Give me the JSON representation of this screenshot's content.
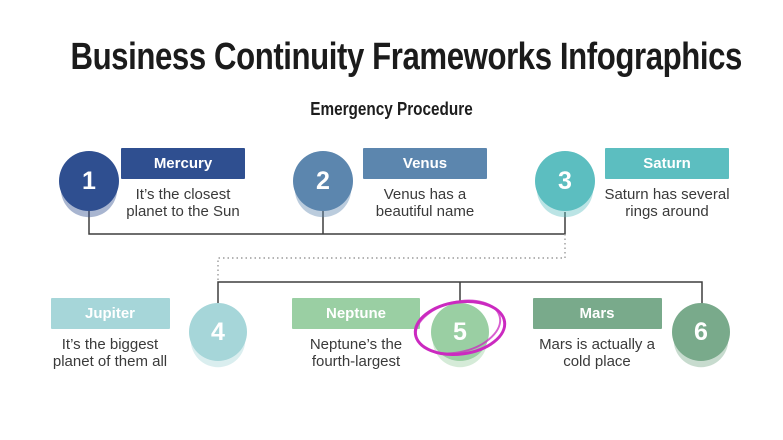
{
  "page": {
    "title": "Business Continuity Frameworks Infographics",
    "subtitle": "Emergency Procedure"
  },
  "items": [
    {
      "number": "1",
      "name": "Mercury",
      "color": "#2f4f90",
      "description_lines": [
        "It’s the closest",
        "planet to the Sun"
      ]
    },
    {
      "number": "2",
      "name": "Venus",
      "color": "#5c86ae",
      "description_lines": [
        "Venus has a",
        "beautiful name"
      ]
    },
    {
      "number": "3",
      "name": "Saturn",
      "color": "#5cbec0",
      "description_lines": [
        "Saturn has several",
        "rings around"
      ]
    },
    {
      "number": "4",
      "name": "Jupiter",
      "color": "#a6d6d9",
      "description_lines": [
        "It’s the biggest",
        "planet of them all"
      ]
    },
    {
      "number": "5",
      "name": "Neptune",
      "color": "#9acfa3",
      "description_lines": [
        "Neptune’s the",
        "fourth-largest"
      ]
    },
    {
      "number": "6",
      "name": "Mars",
      "color": "#79aa8b",
      "description_lines": [
        "Mars is actually a",
        "cold place"
      ]
    }
  ],
  "connectors": {
    "solid_color": "#3f3f3f",
    "dotted_color": "#9b9b9b"
  },
  "annotation": {
    "shape": "hand-drawn-ellipse",
    "highlights_step": "5",
    "color": "#cb2ac0"
  }
}
